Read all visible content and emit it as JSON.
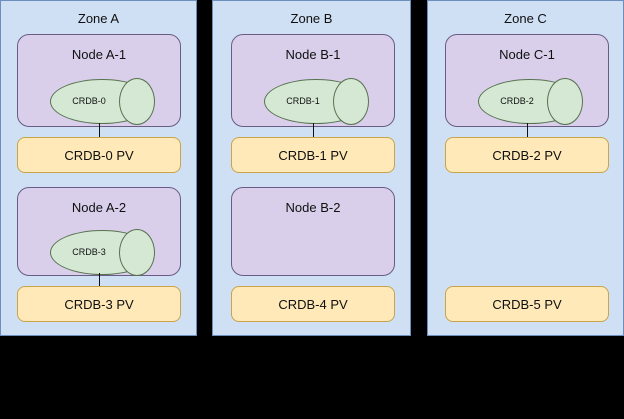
{
  "diagram": {
    "type": "kubernetes-zone-topology",
    "colors": {
      "zone_fill": "#CFE0F4",
      "zone_stroke": "#6C8EBF",
      "node_fill": "#D9CFEA",
      "node_stroke": "#6A5C84",
      "pod_fill": "#D5E8D4",
      "pod_stroke": "#56724F",
      "pv_fill": "#FFE9B8",
      "pv_stroke": "#C8A44B",
      "background": "#000000",
      "connector": "#101010"
    },
    "zones": [
      {
        "label": "Zone A",
        "nodes": [
          {
            "label": "Node A-1",
            "pod": "CRDB-0",
            "has_pod": true,
            "connected": true
          },
          {
            "label": "Node A-2",
            "pod": "CRDB-3",
            "has_pod": true,
            "connected": true
          }
        ],
        "volumes": [
          {
            "label": "CRDB-0 PV"
          },
          {
            "label": "CRDB-3 PV"
          }
        ]
      },
      {
        "label": "Zone B",
        "nodes": [
          {
            "label": "Node B-1",
            "pod": "CRDB-1",
            "has_pod": true,
            "connected": true
          },
          {
            "label": "Node B-2",
            "pod": "",
            "has_pod": false,
            "connected": false
          }
        ],
        "volumes": [
          {
            "label": "CRDB-1 PV"
          },
          {
            "label": "CRDB-4 PV"
          }
        ]
      },
      {
        "label": "Zone C",
        "nodes": [
          {
            "label": "Node C-1",
            "pod": "CRDB-2",
            "has_pod": true,
            "connected": true
          }
        ],
        "volumes": [
          {
            "label": "CRDB-2 PV"
          },
          {
            "label": "CRDB-5 PV"
          }
        ]
      }
    ]
  }
}
